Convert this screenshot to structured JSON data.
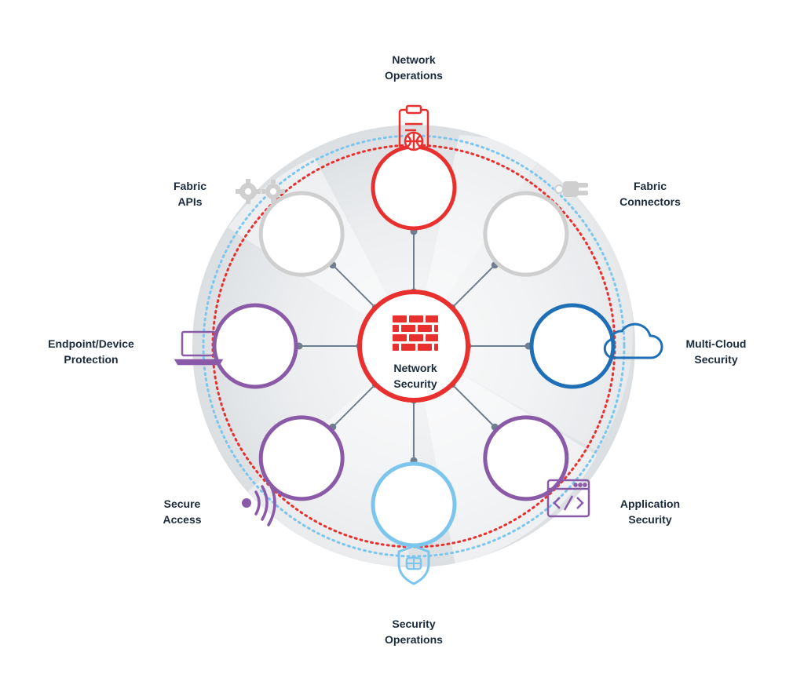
{
  "center": {
    "line1": "Network",
    "line2": "Security",
    "color": "#e8312f",
    "icon": "firewall-icon"
  },
  "nodes": [
    {
      "id": "network-operations",
      "line1": "Network",
      "line2": "Operations",
      "color": "#e8312f",
      "icon": "clipboard-globe-icon"
    },
    {
      "id": "fabric-connectors",
      "line1": "Fabric",
      "line2": "Connectors",
      "color": "#cfcfcf",
      "icon": "plug-connector-icon"
    },
    {
      "id": "multi-cloud-security",
      "line1": "Multi-Cloud",
      "line2": "Security",
      "color": "#1f6fb7",
      "icon": "cloud-icon"
    },
    {
      "id": "application-security",
      "line1": "Application",
      "line2": "Security",
      "color": "#8a5aa8",
      "icon": "code-window-icon"
    },
    {
      "id": "security-operations",
      "line1": "Security",
      "line2": "Operations",
      "color": "#7cc6ee",
      "icon": "shield-icon"
    },
    {
      "id": "secure-access",
      "line1": "Secure",
      "line2": "Access",
      "color": "#8a5aa8",
      "icon": "wireless-signal-icon"
    },
    {
      "id": "endpoint-device-protection",
      "line1": "Endpoint/Device",
      "line2": "Protection",
      "color": "#8a5aa8",
      "icon": "laptop-icon"
    },
    {
      "id": "fabric-apis",
      "line1": "Fabric",
      "line2": "APIs",
      "color": "#cfcfcf",
      "icon": "gears-icon"
    }
  ],
  "ring_colors": {
    "inner": "#e8312f",
    "outer": "#7cc6ee"
  }
}
